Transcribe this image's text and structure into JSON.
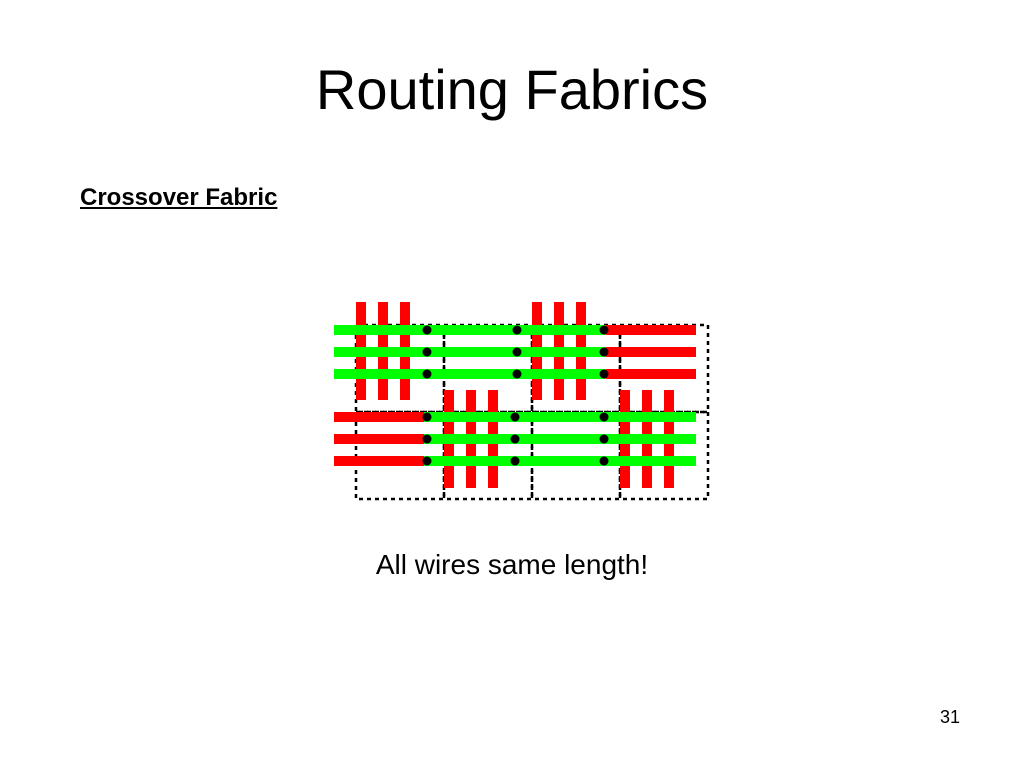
{
  "slide": {
    "title": "Routing Fabrics",
    "subtitle": "Crossover Fabric",
    "caption": "All wires same length!",
    "page_number": "31"
  },
  "colors": {
    "wire_red": "#ff0000",
    "wire_green": "#00ff00",
    "dot": "#000000",
    "box_border": "#000000",
    "background": "#ffffff"
  }
}
